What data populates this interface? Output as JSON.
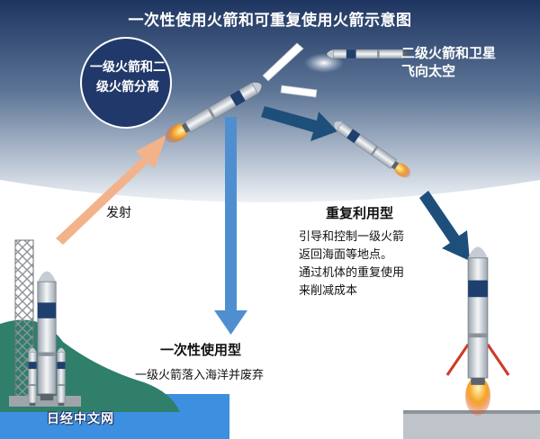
{
  "title": "一次性使用火箭和可重复使用火箭示意图",
  "stage_separation": "一级火箭和二级火箭分离",
  "satellite": {
    "line1": "二级火箭和卫星",
    "line2": "飞向太空"
  },
  "launch_label": "发射",
  "reusable": {
    "title": "重复利用型",
    "lines": [
      "引导和控制一级火箭",
      "返回海面等地点。",
      "通过机体的重复使用",
      "来削减成本"
    ]
  },
  "disposable": {
    "title": "一次性使用型",
    "description": "一级火箭落入海洋并废弃"
  },
  "watermark": "日经中文网",
  "colors": {
    "sky_top": "#1e3561",
    "sky_bottom": "#eef1f6",
    "arrow_launch": "#f2b38b",
    "arrow_disposable": "#4f8fd0",
    "arrow_reuse": "#1e4f7a",
    "rocket_body": "#dfe3e8",
    "rocket_band": "#1f3f6e",
    "flame": "#f5a623",
    "sea": "#3d8fe0",
    "hill": "#2f7f6a"
  }
}
